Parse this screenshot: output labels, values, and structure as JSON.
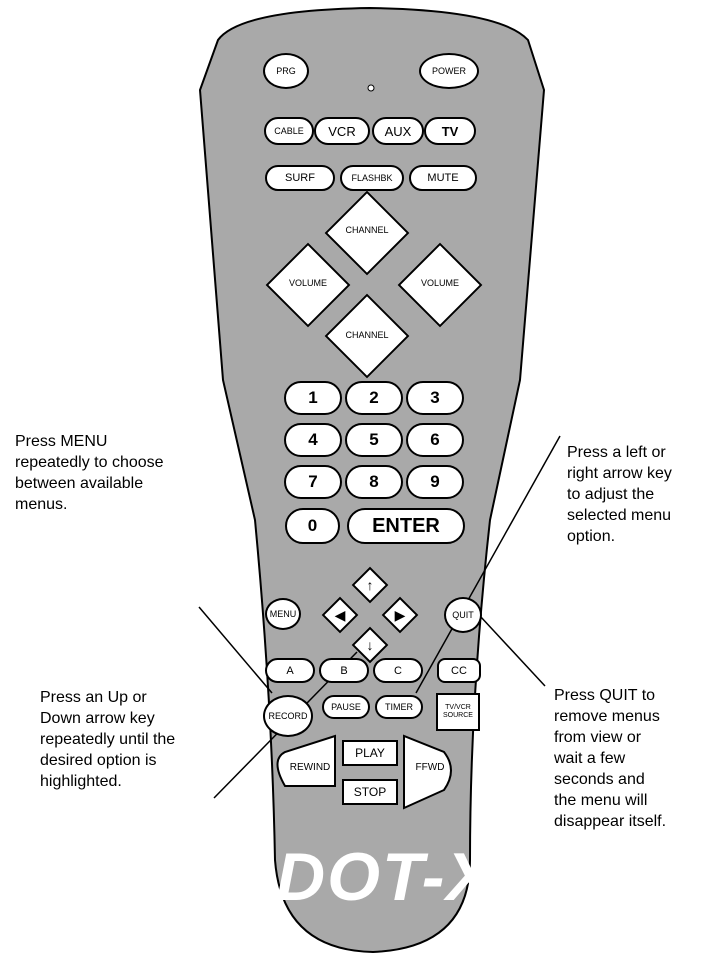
{
  "remote": {
    "brand": "DOT-X",
    "buttons": {
      "prg": "PRG",
      "power": "POWER",
      "cable": "CABLE",
      "vcr": "VCR",
      "aux": "AUX",
      "tv": "TV",
      "surf": "SURF",
      "flashbk": "FLASHBK",
      "mute": "MUTE",
      "channel_up": "CHANNEL",
      "channel_down": "CHANNEL",
      "volume_left": "VOLUME",
      "volume_right": "VOLUME",
      "digits": [
        "1",
        "2",
        "3",
        "4",
        "5",
        "6",
        "7",
        "8",
        "9"
      ],
      "zero": "0",
      "enter": "ENTER",
      "menu": "MENU",
      "quit": "QUIT",
      "a": "A",
      "b": "B",
      "c": "C",
      "cc": "CC",
      "record": "RECORD",
      "pause": "PAUSE",
      "timer": "TIMER",
      "tv_vcr_source": "TV/VCR SOURCE",
      "rewind": "REWIND",
      "play": "PLAY",
      "stop": "STOP",
      "ffwd": "FFWD"
    }
  },
  "callouts": {
    "menu": "Press MENU\nrepeatedly to choose\nbetween available\nmenus.",
    "left_right": "Press a left or\nright arrow key\nto adjust the\nselected menu\noption.",
    "up_down": "Press an Up or\nDown arrow key\nrepeatedly until the\ndesired option is\nhighlighted.",
    "quit": "Press QUIT to\nremove menus\nfrom view or\n wait a few\nseconds and\n the menu will\ndisappear itself."
  }
}
